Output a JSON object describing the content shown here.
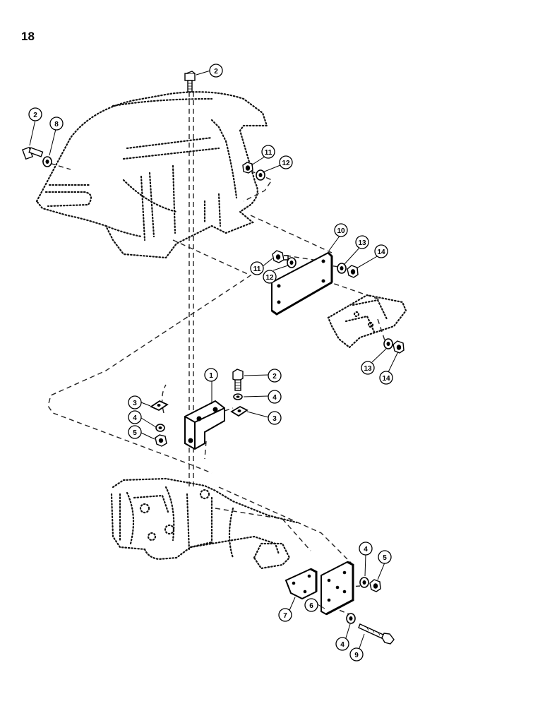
{
  "page_number": "18",
  "callouts": {
    "c_bolt_top": "2",
    "c_bolt_left": "2",
    "c_washer_left": "8",
    "c_nut_a": "11",
    "c_washer_a": "12",
    "c_plate": "10",
    "c_nut_b": "11",
    "c_washer_b": "12",
    "c_lock_upper": "13",
    "c_nut_upper": "14",
    "c_lock_lower": "13",
    "c_nut_lower": "14",
    "c_bracket": "1",
    "c_bolt_mid": "2",
    "c_lock_mid": "4",
    "c_square_right": "3",
    "c_square_left": "3",
    "c_lock_left": "4",
    "c_nut_left": "5",
    "c_lock_bottom": "4",
    "c_nut_bottom": "5",
    "c_plate_small": "7",
    "c_plate_large": "6",
    "c_lock_bolt": "4",
    "c_bolt_long": "9"
  }
}
